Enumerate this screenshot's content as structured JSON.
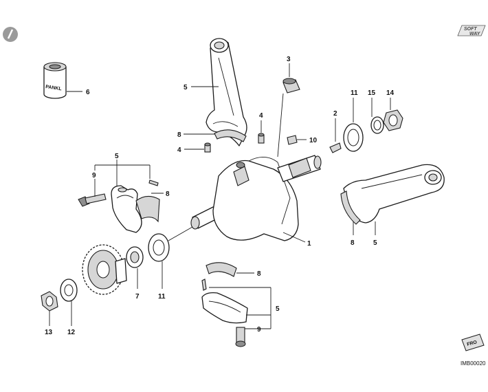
{
  "drawing": {
    "image_code": "IMB00020",
    "brand_badge": {
      "line1": "SOFT",
      "line2": "WAY"
    },
    "piston_pin_label": "PANKL",
    "direction_badge": "FRO",
    "callouts": [
      {
        "id": "c1",
        "text": "1"
      },
      {
        "id": "c2",
        "text": "2"
      },
      {
        "id": "c3",
        "text": "3"
      },
      {
        "id": "c4a",
        "text": "4"
      },
      {
        "id": "c4b",
        "text": "4"
      },
      {
        "id": "c5a",
        "text": "5"
      },
      {
        "id": "c5b",
        "text": "5"
      },
      {
        "id": "c5c",
        "text": "5"
      },
      {
        "id": "c5d",
        "text": "5"
      },
      {
        "id": "c6",
        "text": "6"
      },
      {
        "id": "c7",
        "text": "7"
      },
      {
        "id": "c8a",
        "text": "8"
      },
      {
        "id": "c8b",
        "text": "8"
      },
      {
        "id": "c8c",
        "text": "8"
      },
      {
        "id": "c8d",
        "text": "8"
      },
      {
        "id": "c9a",
        "text": "9"
      },
      {
        "id": "c9b",
        "text": "9"
      },
      {
        "id": "c10",
        "text": "10"
      },
      {
        "id": "c11a",
        "text": "11"
      },
      {
        "id": "c11b",
        "text": "11"
      },
      {
        "id": "c12",
        "text": "12"
      },
      {
        "id": "c13",
        "text": "13"
      },
      {
        "id": "c14",
        "text": "14"
      },
      {
        "id": "c15",
        "text": "15"
      }
    ]
  },
  "colors": {
    "line": "#1a1a1a",
    "shade": "#d6d6d6",
    "dark": "#8e8e8e",
    "badge": "#9a9a9a"
  }
}
